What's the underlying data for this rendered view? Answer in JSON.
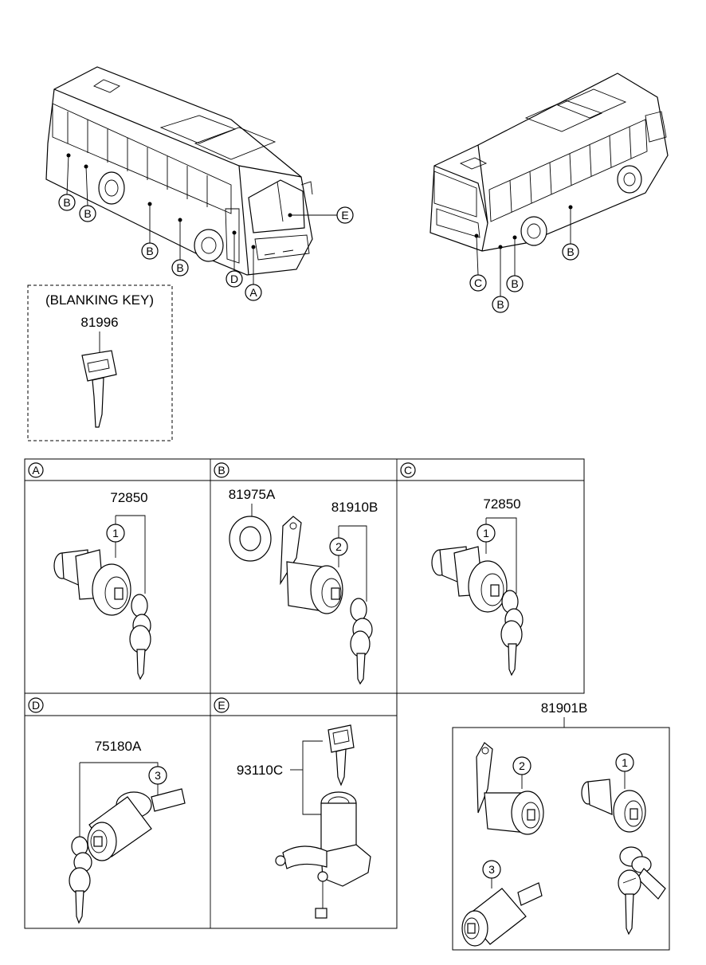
{
  "blanking_key": {
    "title": "(BLANKING KEY)",
    "part": "81996"
  },
  "bus_markers": {
    "front": [
      "B",
      "B",
      "B",
      "B",
      "D",
      "A",
      "E"
    ],
    "rear": [
      "C",
      "B",
      "B",
      "B"
    ]
  },
  "panels": [
    {
      "letter": "A",
      "parts": [
        "72850"
      ],
      "callouts": [
        "1"
      ]
    },
    {
      "letter": "B",
      "parts": [
        "81975A",
        "81910B"
      ],
      "callouts": [
        "2"
      ]
    },
    {
      "letter": "C",
      "parts": [
        "72850"
      ],
      "callouts": [
        "1"
      ]
    },
    {
      "letter": "D",
      "parts": [
        "75180A"
      ],
      "callouts": [
        "3"
      ]
    },
    {
      "letter": "E",
      "parts": [
        "93110C"
      ],
      "callouts": []
    }
  ],
  "kit": {
    "part": "81901B",
    "callouts": [
      "2",
      "1",
      "3"
    ]
  }
}
